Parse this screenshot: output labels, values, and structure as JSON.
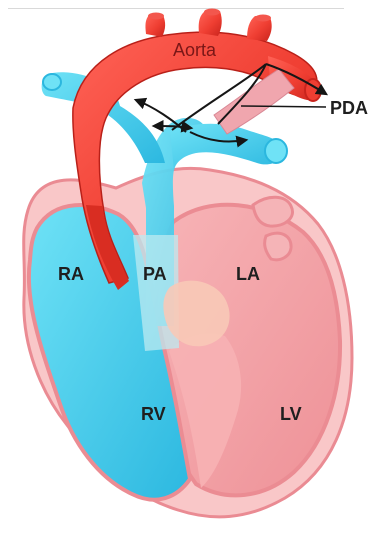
{
  "labels": {
    "aorta": "Aorta",
    "pda": "PDA",
    "ra": "RA",
    "pa": "PA",
    "la": "LA",
    "rv": "RV",
    "lv": "LV"
  },
  "colors": {
    "aorta_red": "#ef3e32",
    "aorta_dark": "#c9241d",
    "blue": "#53d2ef",
    "blue_dark": "#29b5dd",
    "pink": "#f4a0a4",
    "pink_light": "#f8c2c4",
    "outline": "#ea8b93",
    "text": "#1f1f1f"
  }
}
